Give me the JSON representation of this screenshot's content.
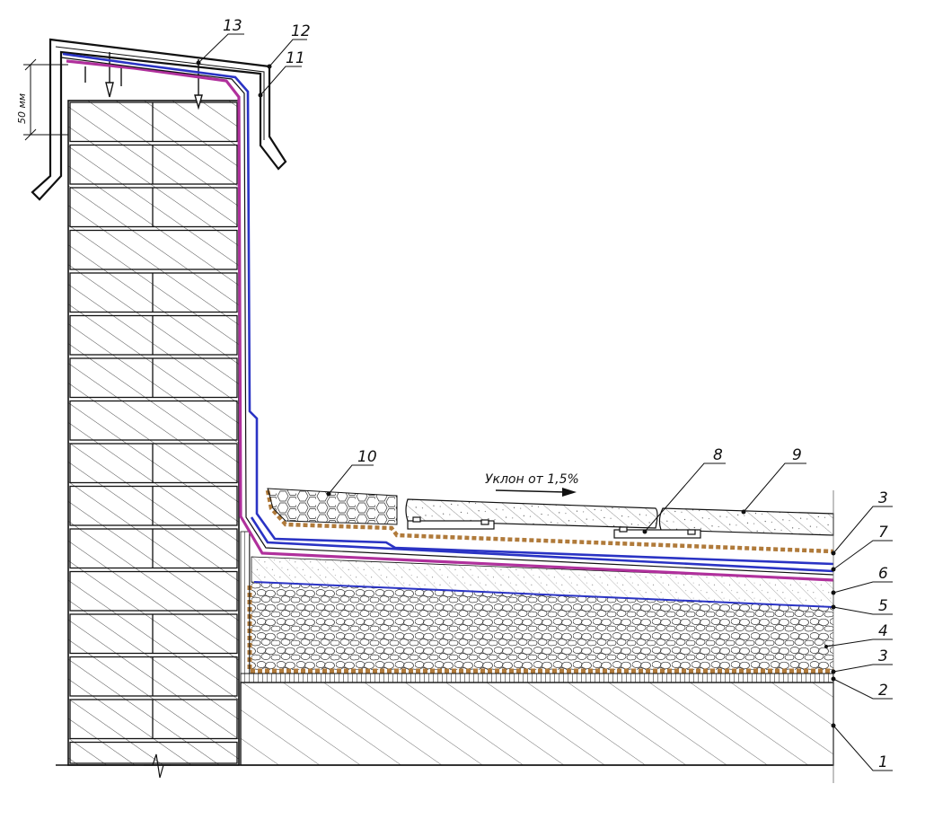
{
  "callouts": {
    "n1": "1",
    "n2": "2",
    "n3a": "3",
    "n3b": "3",
    "n4": "4",
    "n5": "5",
    "n6": "6",
    "n7": "7",
    "n8": "8",
    "n9": "9",
    "n10": "10",
    "n11": "11",
    "n12": "12",
    "n13": "13"
  },
  "dimension": {
    "parapet_overlap": "50 мм"
  },
  "slope": {
    "label": "Уклон от 1,5%"
  },
  "colors": {
    "waterproof_blue": "#2a33c4",
    "waterproof_magenta": "#b0309c",
    "geotextile_brown": "#b07a3a",
    "line": "#111111"
  }
}
